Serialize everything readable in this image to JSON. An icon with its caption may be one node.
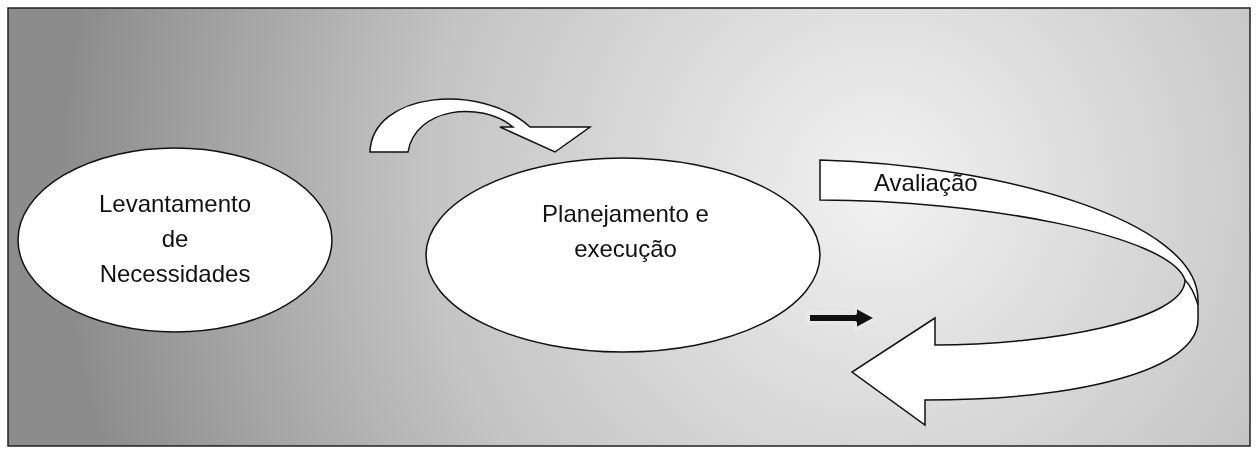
{
  "diagram": {
    "nodes": [
      {
        "text": [
          "Levantamento de Necessidades"
        ]
      },
      {
        "text": [
          "Planejamento e execução"
        ]
      },
      {
        "text": [
          "Avaliação"
        ]
      }
    ],
    "edges": [
      {
        "from": 0,
        "to": 1,
        "arrow": "to"
      },
      {
        "from": 1,
        "to": 2,
        "arrow": "to"
      }
    ]
  }
}
